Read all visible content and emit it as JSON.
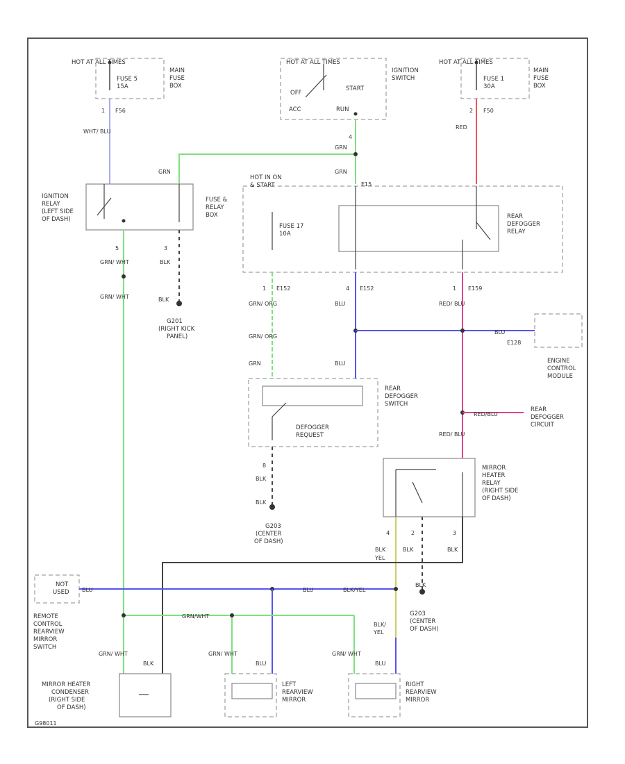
{
  "fuse_hot1": "HOT AT ALL TIMES",
  "fuse5": [
    "FUSE 5",
    "15A"
  ],
  "main_fuse_box_left": [
    "MAIN",
    "FUSE",
    "BOX"
  ],
  "ign_hot": "HOT AT ALL TIMES",
  "ign_switch": [
    "IGNITION",
    "SWITCH"
  ],
  "ign_off": "OFF",
  "ign_start": "START",
  "ign_acc": "ACC",
  "ign_run": "RUN",
  "fuse_hot2": "HOT AT ALL TIMES",
  "fuse1": [
    "FUSE 1",
    "30A"
  ],
  "main_fuse_box_right": [
    "MAIN",
    "FUSE",
    "BOX"
  ],
  "ign_relay": [
    "IGNITION",
    "RELAY",
    "(LEFT SIDE",
    "OF DASH)"
  ],
  "fuse_relay_box": [
    "FUSE &",
    "RELAY",
    "BOX"
  ],
  "hot_in_on": [
    "HOT IN ON",
    "& START"
  ],
  "fuse17": [
    "FUSE 17",
    "10A"
  ],
  "rear_def_relay": [
    "REAR",
    "DEFOGGER",
    "RELAY"
  ],
  "g201": [
    "G201",
    "(RIGHT KICK",
    "PANEL)"
  ],
  "engine_cm": [
    "ENGINE",
    "CONTROL",
    "MODULE"
  ],
  "rear_def_switch": [
    "REAR",
    "DEFOGGER",
    "SWITCH"
  ],
  "def_request": [
    "DEFOGGER",
    "REQUEST"
  ],
  "rear_def_circuit": [
    "REAR",
    "DEFOGGER",
    "CIRCUIT"
  ],
  "g203_center": [
    "G203",
    "(CENTER",
    "OF DASH)"
  ],
  "mirror_heater_relay": [
    "MIRROR",
    "HEATER",
    "RELAY",
    "(RIGHT SIDE",
    "OF DASH)"
  ],
  "g203_center2": [
    "G203",
    "(CENTER",
    "OF DASH)"
  ],
  "not_used": [
    "NOT",
    "USED"
  ],
  "remote_switch": [
    "REMOTE",
    "CONTROL",
    "REARVIEW",
    "MIRROR",
    "SWITCH"
  ],
  "mh_condenser": [
    "MIRROR HEATER",
    "CONDENSER",
    "(RIGHT SIDE",
    "OF DASH)"
  ],
  "left_mirror": [
    "LEFT",
    "REARVIEW",
    "MIRROR"
  ],
  "right_mirror": [
    "RIGHT",
    "REARVIEW",
    "MIRROR"
  ],
  "wire_labels": {
    "wht_blu": "WHT/ BLU",
    "red": "RED",
    "grn_a": "GRN",
    "grn_b": "GRN",
    "grn_c": "GRN",
    "grn_wht_a": "GRN/ WHT",
    "grn_wht_b": "GRN/ WHT",
    "blk_a": "BLK",
    "blk_b": "BLK",
    "grn_org_a": "GRN/ ORG",
    "grn_org_b": "GRN/ ORG",
    "grn_d": "GRN",
    "blu_a": "BLU",
    "blu_b": "BLU",
    "red_blu_a": "RED/ BLU",
    "red_blu_b": "RED/ BLU",
    "red_blu_c": "RED/BLU",
    "blu_ecm": "BLU",
    "blk_c": "BLK",
    "blk_d": "BLK",
    "yel_a": "YEL",
    "blk_e": "BLK",
    "blk_f": "BLK",
    "blk_g": "BLK",
    "blu_c": "BLU",
    "blk_yel": "BLK/YEL",
    "blu_d": "BLU",
    "grn_wht_c": "GRN/WHT",
    "blk_yel2": [
      "BLK/",
      "YEL"
    ],
    "grn_wht_d": "GRN/ WHT",
    "blk_h": "BLK",
    "grn_wht_e": "GRN/ WHT",
    "blu_e": "BLU",
    "grn_wht_f": "GRN/ WHT",
    "blu_f": "BLU"
  },
  "pin_labels": {
    "p1": "1",
    "f56": "F56",
    "p2": "2",
    "f50": "F50",
    "p4a": "4",
    "p5a": "5",
    "p3a": "3",
    "e15": "E15",
    "p1b": "1",
    "e152": "E152",
    "p4b": "4",
    "e152b": "E152",
    "p1c": "1",
    "e159": "E159",
    "p8": "8",
    "e128": "E128",
    "p4c": "4",
    "p2c": "2",
    "p3c": "3"
  },
  "footer_code": "G98011",
  "colors": {
    "green": "#7de07d",
    "blue": "#5555ee",
    "red": "#ee5555",
    "pink": "#dd4488",
    "violet_wire": "#aaaaee",
    "yellow": "#cccc66",
    "black": "#444444"
  }
}
